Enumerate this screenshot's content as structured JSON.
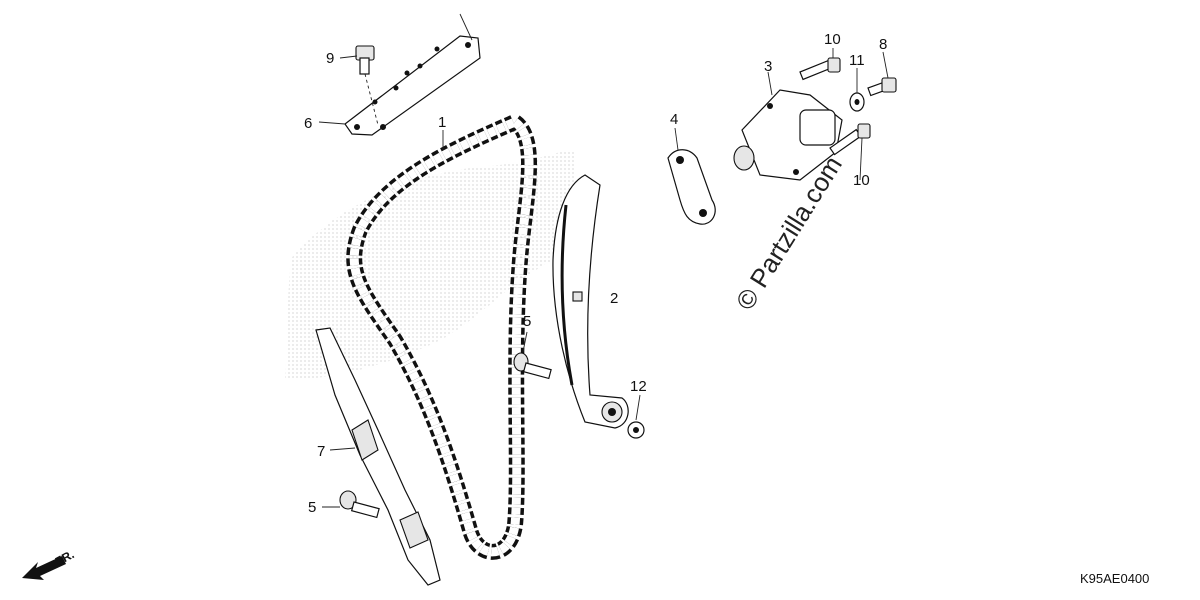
{
  "diagram": {
    "labels": {
      "l1": "1",
      "l2": "2",
      "l3": "3",
      "l4": "4",
      "l5a": "5",
      "l5b": "5",
      "l6": "6",
      "l7": "7",
      "l8": "8",
      "l9": "9",
      "l10a": "10",
      "l10b": "10",
      "l11": "11",
      "l12": "12"
    },
    "watermark": "© Partzilla.com",
    "diagram_code": "K95AE0400",
    "front_indicator": "FR."
  }
}
